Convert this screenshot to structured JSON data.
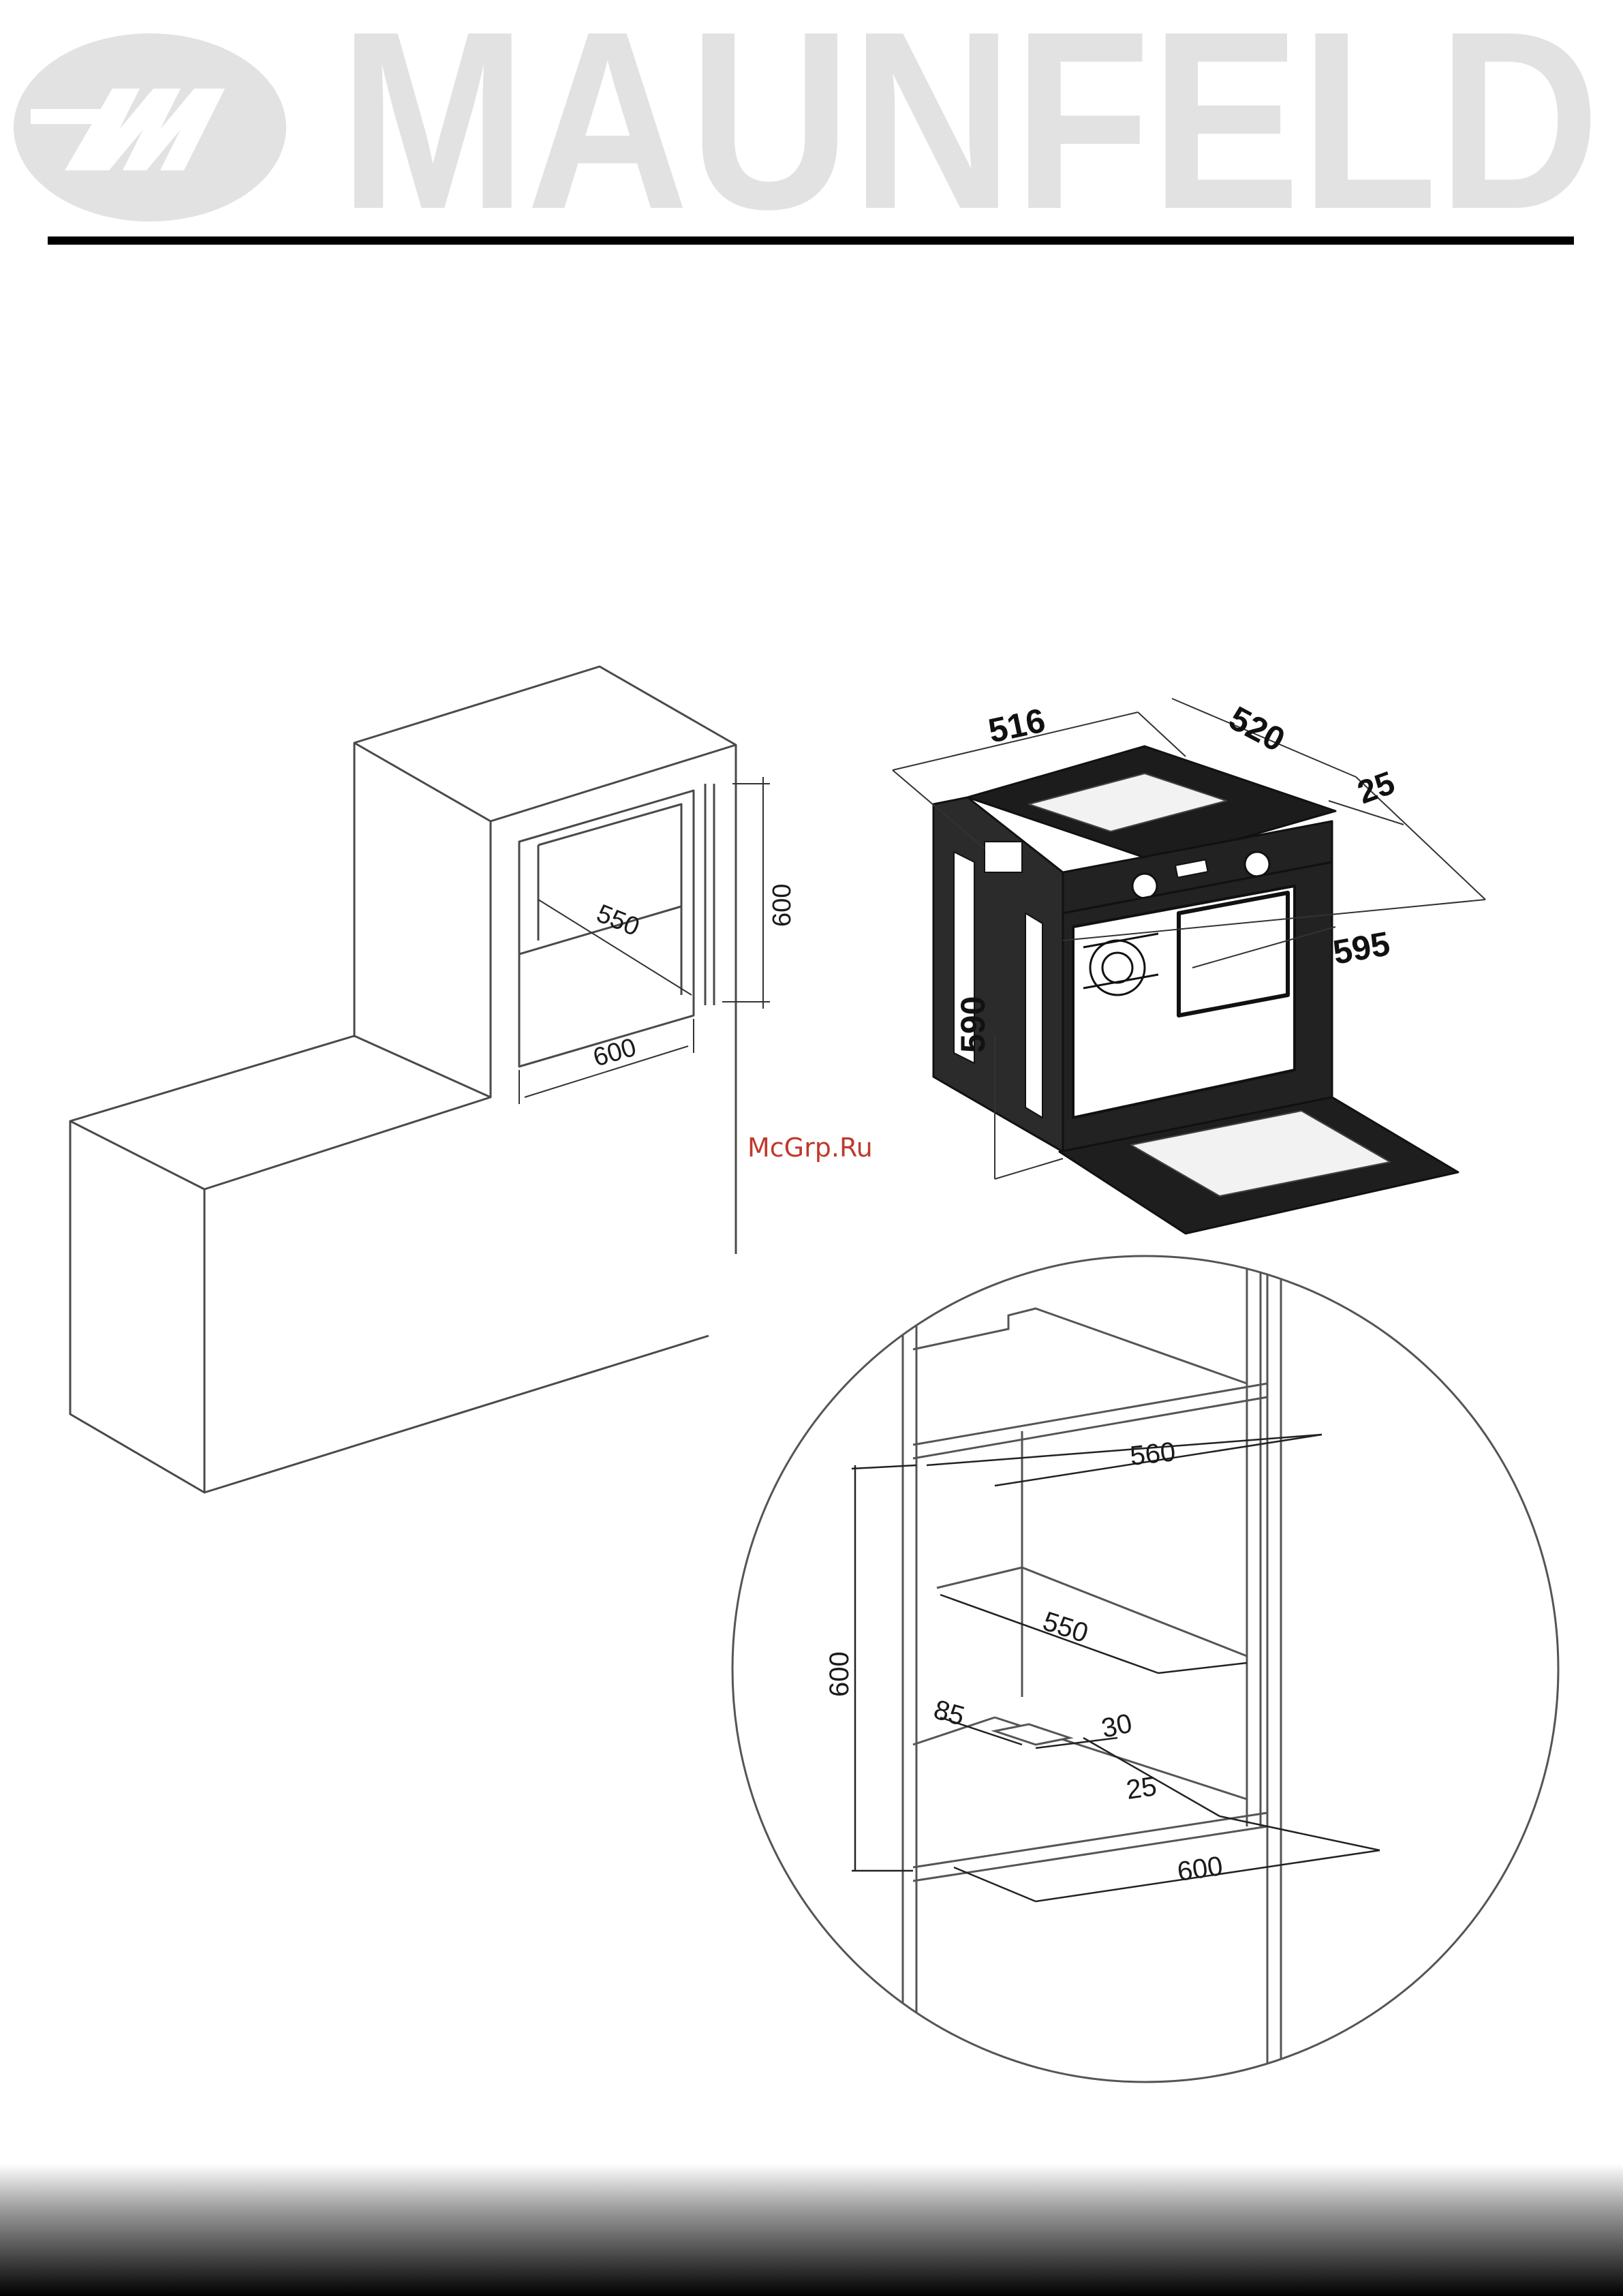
{
  "header": {
    "brand_name": "MAUNFELD",
    "logo_letters": "M",
    "brand_color": "#e2e2e2",
    "rule_color": "#000000"
  },
  "watermark": {
    "text": "McGrp.Ru",
    "color": "#c0392b"
  },
  "cabinet_diagram": {
    "niche_depth": "550",
    "niche_height": "600",
    "niche_width": "600"
  },
  "oven_diagram": {
    "top_width": "516",
    "top_depth": "520",
    "panel_depth": "25",
    "front_width": "595",
    "front_height": "590"
  },
  "detail_diagram": {
    "top_width": "560",
    "depth": "550",
    "height": "600",
    "vent_width": "85",
    "vent_depth": "30",
    "front_gap": "25",
    "bottom_width": "600"
  },
  "footer": {
    "gradient_from": "#ffffff",
    "gradient_to": "#000000"
  }
}
